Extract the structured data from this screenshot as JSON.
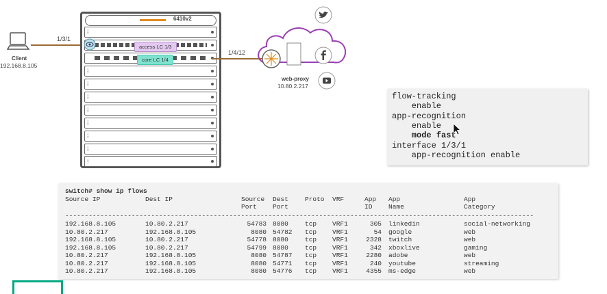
{
  "diagram": {
    "client": {
      "label": "Client",
      "ip": "192.168.8.105"
    },
    "link_left": "1/3/1",
    "link_right": "1/4/12",
    "switch_model": "6410v2",
    "access_lc": "access LC 1/3",
    "core_lc": "core LC 1/4",
    "proxy": {
      "label": "web-proxy",
      "ip": "10.80.2.217"
    },
    "colors": {
      "orange": "#e08a1e",
      "purple": "#9b3fb5",
      "access": "#e3c9f0",
      "core": "#7fe3d0"
    }
  },
  "config": {
    "lines": [
      "flow-tracking",
      "    enable",
      "app-recognition",
      "    enable",
      "    mode fast",
      "interface 1/3/1",
      "    app-recognition enable"
    ]
  },
  "flows": {
    "command": "switch# show ip flows",
    "headers": [
      [
        "Source IP",
        ""
      ],
      [
        "Dest IP",
        ""
      ],
      [
        "Source",
        "Port"
      ],
      [
        "Dest",
        "Port"
      ],
      [
        "Proto",
        ""
      ],
      [
        "VRF",
        ""
      ],
      [
        "App",
        "ID"
      ],
      [
        "App",
        "Name"
      ],
      [
        "App",
        "Category"
      ]
    ],
    "separator": "------------------------------------------------------------------------------------------------------------------------",
    "rows": [
      [
        "192.168.8.105",
        "10.80.2.217",
        "54783",
        "8080",
        "tcp",
        "VRF1",
        "305",
        "linkedin",
        "social-networking"
      ],
      [
        "10.80.2.217",
        "192.168.8.105",
        "8080",
        "54782",
        "tcp",
        "VRF1",
        "54",
        "google",
        "web"
      ],
      [
        "192.168.8.105",
        "10.80.2.217",
        "54778",
        "8080",
        "tcp",
        "VRF1",
        "2328",
        "twitch",
        "web"
      ],
      [
        "192.168.8.105",
        "10.80.2.217",
        "54799",
        "8080",
        "tcp",
        "VRF1",
        "342",
        "xboxlive",
        "gaming"
      ],
      [
        "10.80.2.217",
        "192.168.8.105",
        "8080",
        "54787",
        "tcp",
        "VRF1",
        "2280",
        "adobe",
        "web"
      ],
      [
        "10.80.2.217",
        "192.168.8.105",
        "8080",
        "54771",
        "tcp",
        "VRF1",
        "240",
        "youtube",
        "streaming"
      ],
      [
        "10.80.2.217",
        "192.168.8.105",
        "8080",
        "54776",
        "tcp",
        "VRF1",
        "4355",
        "ms-edge",
        "web"
      ]
    ]
  }
}
